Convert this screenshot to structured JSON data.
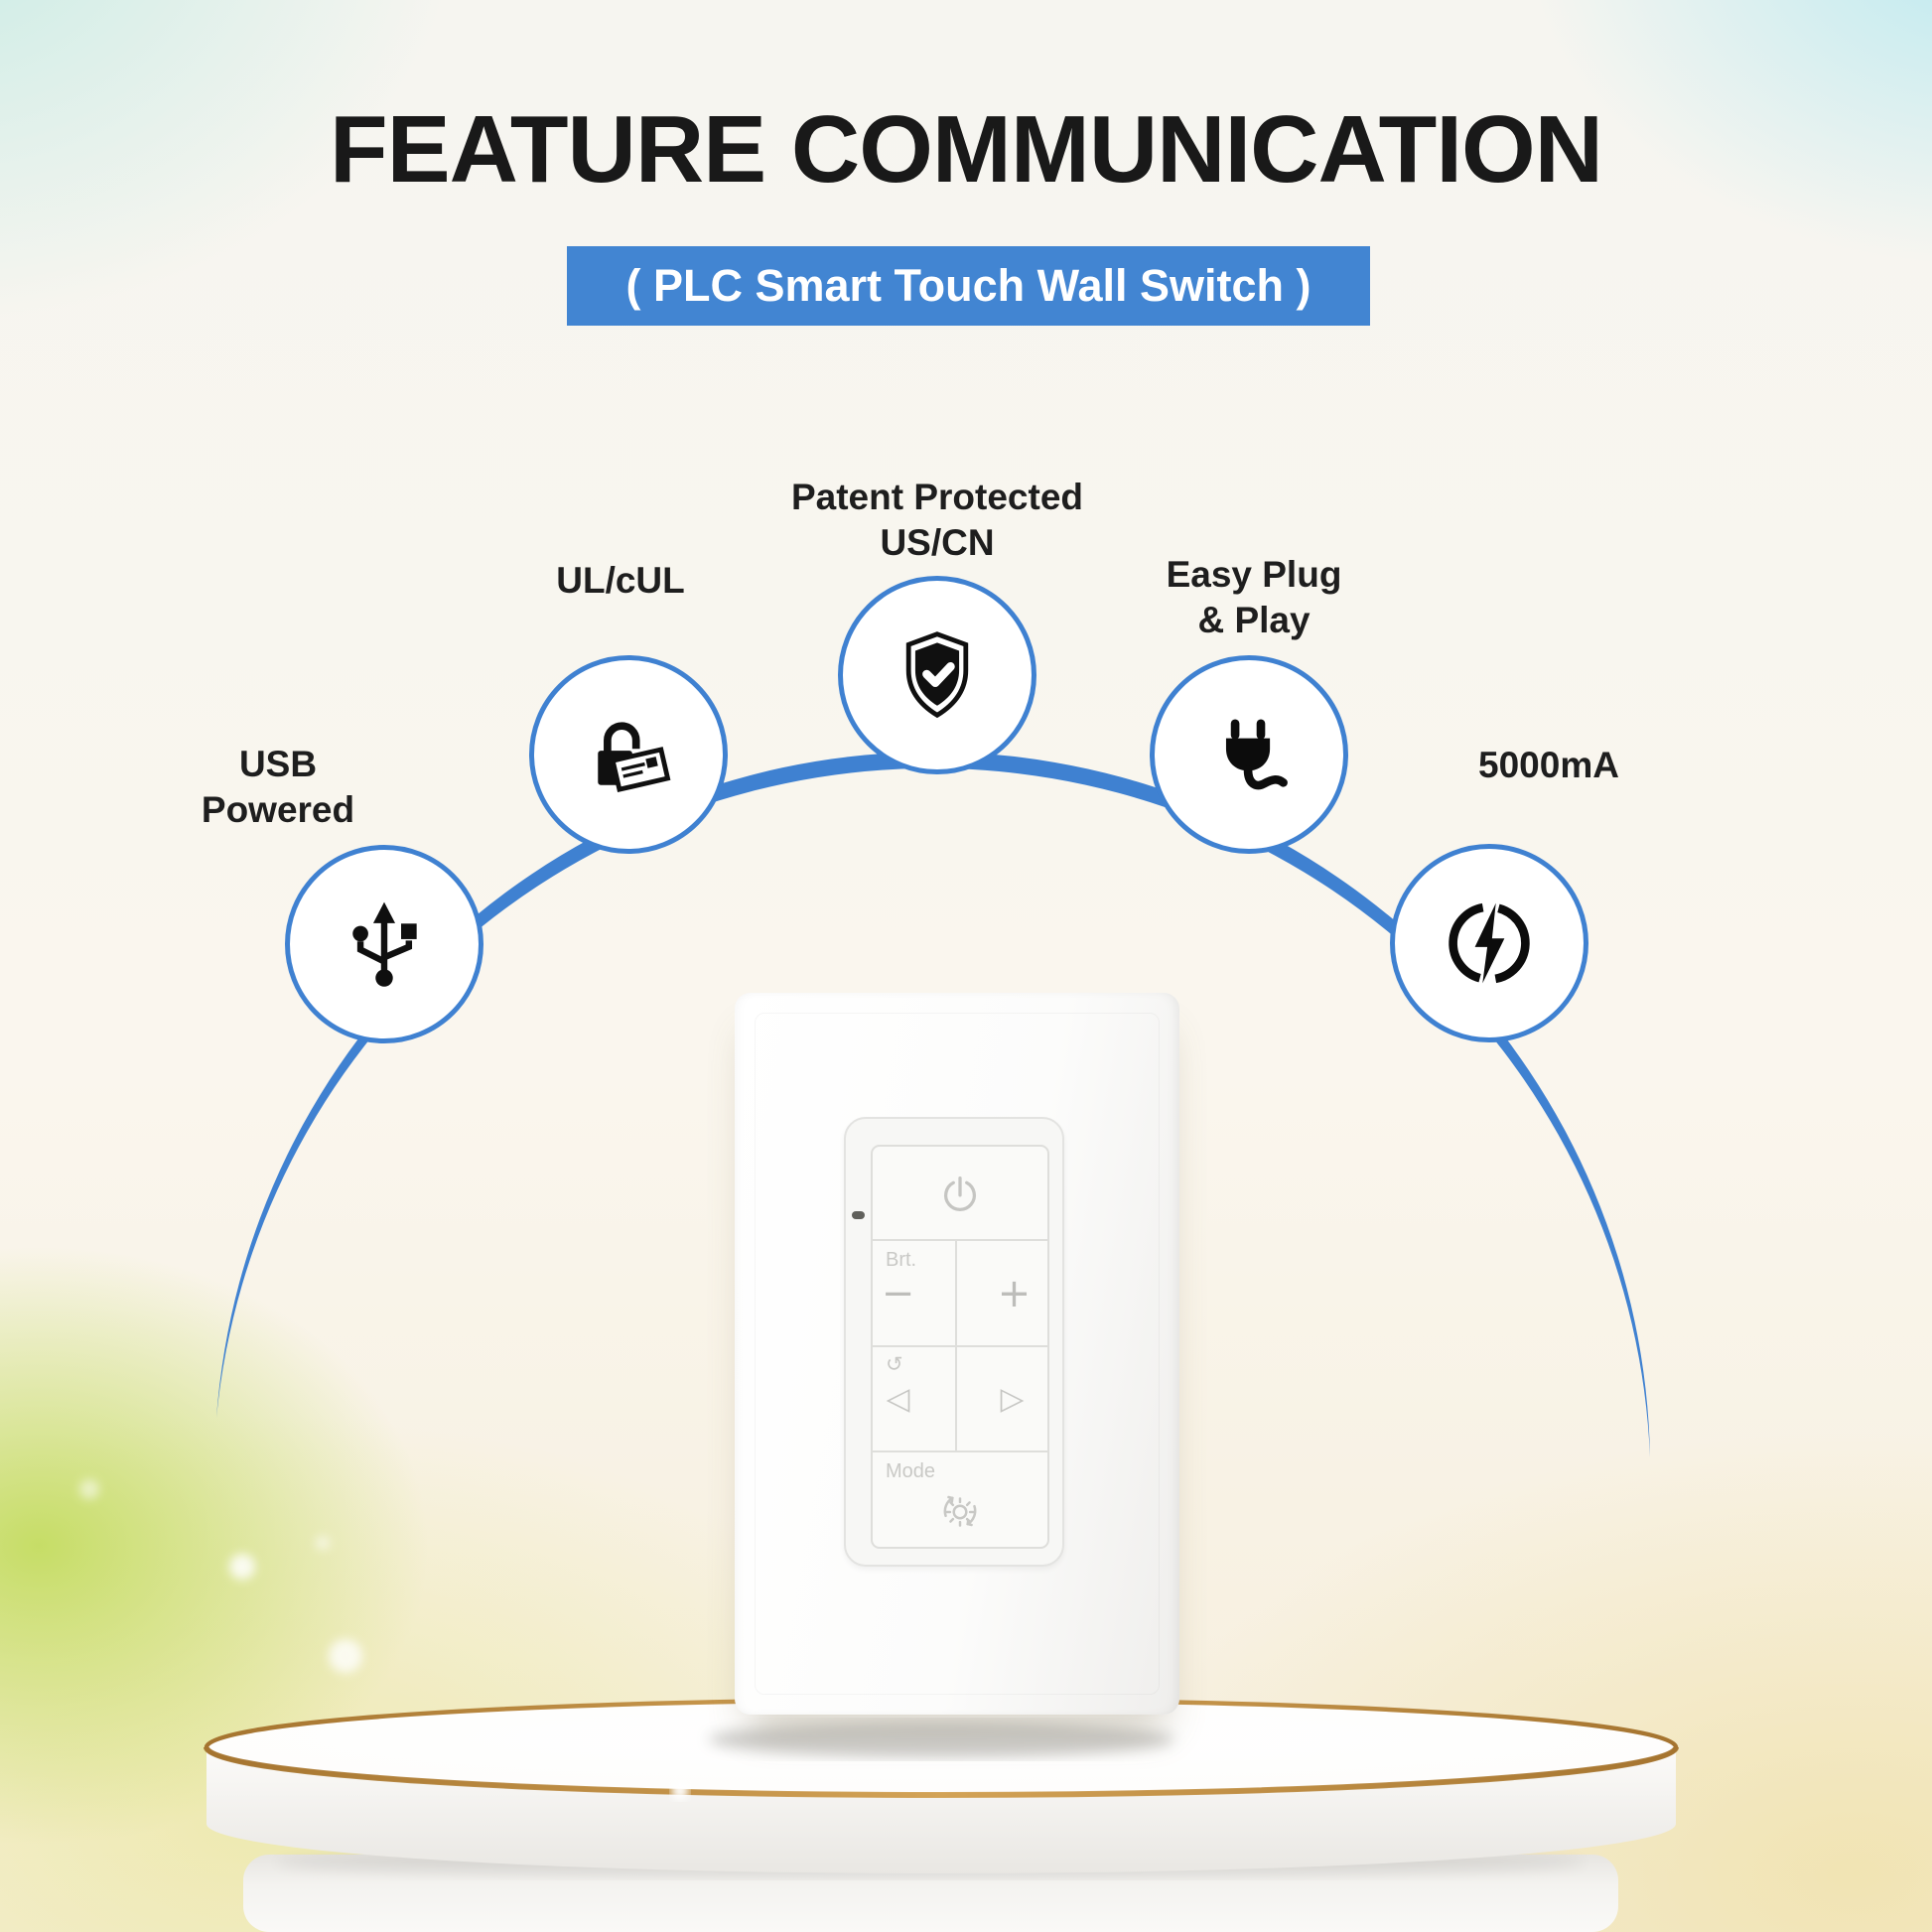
{
  "page": {
    "title": "FEATURE COMMUNICATION",
    "banner_label": "( PLC Smart Touch Wall Switch )"
  },
  "colors": {
    "accent_blue": "#4285d2",
    "arc_blue": "#3f81d1",
    "gold_rim": "#b07a35",
    "icon_black": "#0f0f0f"
  },
  "features": [
    {
      "icon": "usb-icon",
      "lines": [
        "USB",
        "Powered"
      ]
    },
    {
      "icon": "certification-lock-icon",
      "lines": [
        "UL/cUL"
      ]
    },
    {
      "icon": "shield-check-icon",
      "lines": [
        "Patent Protected",
        "US/CN"
      ]
    },
    {
      "icon": "power-plug-icon",
      "lines": [
        "Easy Plug",
        "& Play"
      ]
    },
    {
      "icon": "charging-bolt-icon",
      "lines": [
        "5000mA"
      ]
    }
  ],
  "switch_panel": {
    "power_icon": "power-icon",
    "brightness_label": "Brt.",
    "minus_glyph": "−",
    "plus_glyph": "+",
    "cycle_glyph": "↺",
    "left_arrow_glyph": "◁",
    "right_arrow_glyph": "▷",
    "mode_label": "Mode",
    "mode_icon": "brightness-cycle-icon"
  }
}
